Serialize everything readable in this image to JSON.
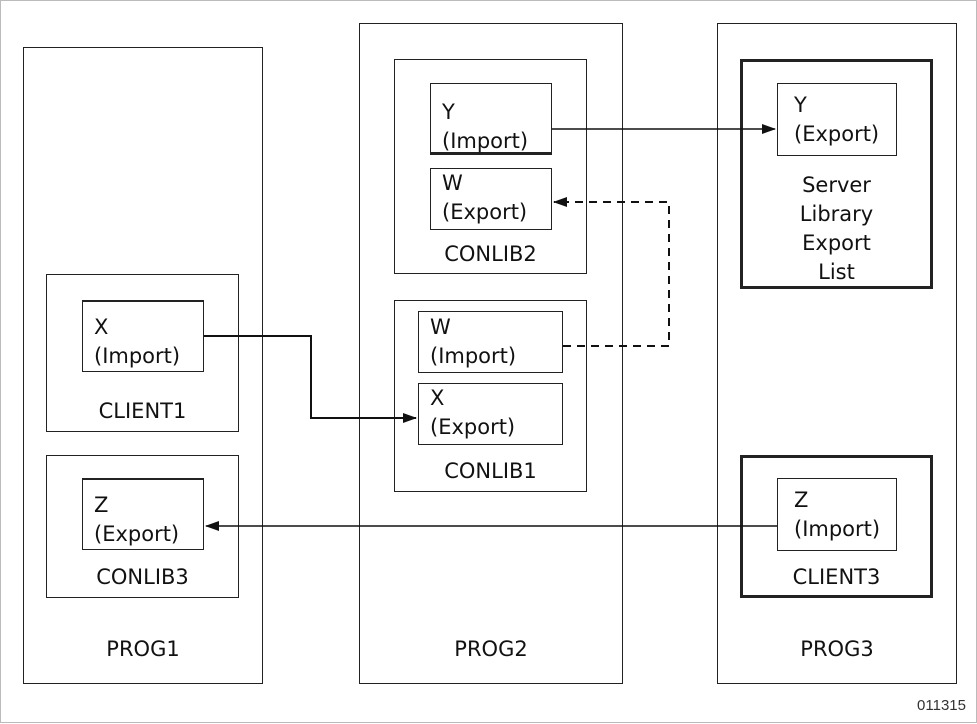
{
  "programs": {
    "prog1": {
      "label": "PROG1"
    },
    "prog2": {
      "label": "PROG2"
    },
    "prog3": {
      "label": "PROG3"
    }
  },
  "libraries": {
    "client1": {
      "label": "CLIENT1",
      "items": [
        {
          "name": "X",
          "kind": "(Import)"
        }
      ]
    },
    "conlib3": {
      "label": "CONLIB3",
      "items": [
        {
          "name": "Z",
          "kind": "(Export)"
        }
      ]
    },
    "conlib2": {
      "label": "CONLIB2",
      "items": [
        {
          "name": "Y",
          "kind": "(Import)"
        },
        {
          "name": "W",
          "kind": "(Export)"
        }
      ]
    },
    "conlib1": {
      "label": "CONLIB1",
      "items": [
        {
          "name": "W",
          "kind": "(Import)"
        },
        {
          "name": "X",
          "kind": "(Export)"
        }
      ]
    },
    "server_export_list": {
      "label_lines": [
        "Server",
        "Library",
        "Export",
        "List"
      ],
      "items": [
        {
          "name": "Y",
          "kind": "(Export)"
        }
      ]
    },
    "client3": {
      "label": "CLIENT3",
      "items": [
        {
          "name": "Z",
          "kind": "(Import)"
        }
      ]
    }
  },
  "figure_number": "011315"
}
